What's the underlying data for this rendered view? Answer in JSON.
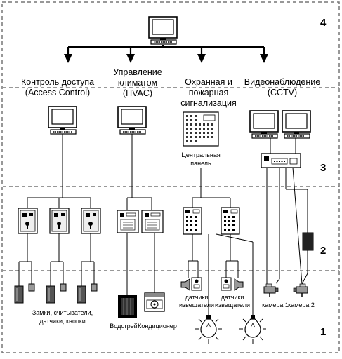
{
  "levels": {
    "l4": "4",
    "l3": "3",
    "l2": "2",
    "l1": "1"
  },
  "systems": {
    "access": {
      "line1": "Контроль доступа",
      "line2": "(Access Control)"
    },
    "hvac": {
      "line1": "Управление",
      "line2": "климатом",
      "line3": "(HVAC)"
    },
    "security": {
      "line1": "Охранная и",
      "line2": "пожарная",
      "line3": "сигнализация"
    },
    "cctv": {
      "line1": "Видеонаблюдение",
      "line2": "(CCTV)"
    }
  },
  "central_panel": {
    "line1": "Центральная",
    "line2": "панель"
  },
  "devices": {
    "access_line1": "Замки, считыватели,",
    "access_line2": "датчики, кнопки",
    "heater": "Водогрей",
    "conditioner": "Кондиционер",
    "sensor1_line1": "датчики",
    "sensor1_line2": "извещатели",
    "sensor2_line1": "датчики",
    "sensor2_line2": "извещатели",
    "camera1": "камера 1",
    "camera2": "камера 2"
  }
}
